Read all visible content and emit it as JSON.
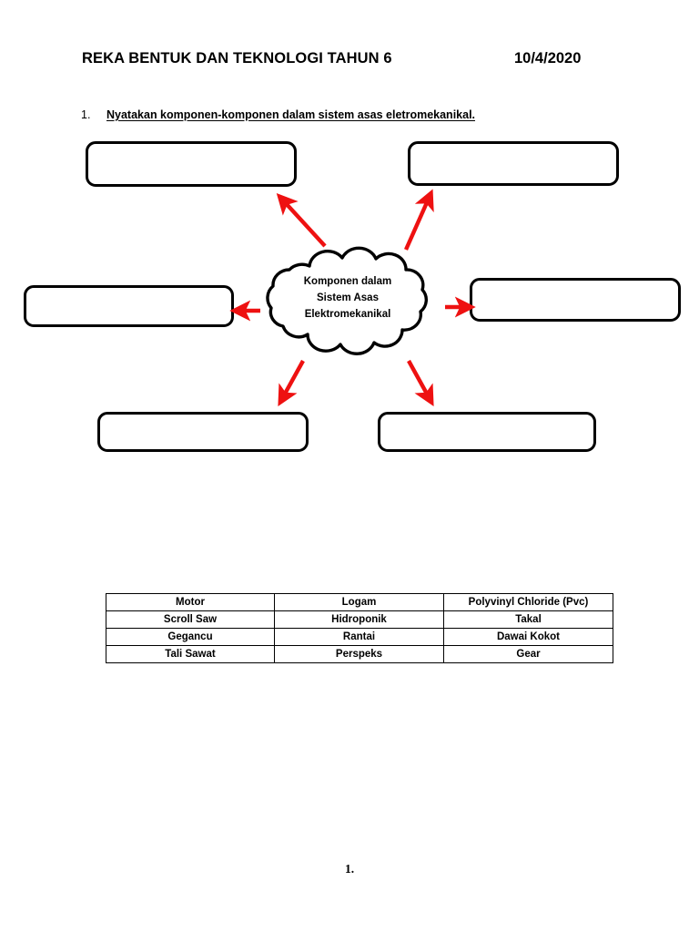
{
  "header": {
    "title": "REKA BENTUK DAN TEKNOLOGI TAHUN 6",
    "date": "10/4/2020"
  },
  "question": {
    "number": "1.",
    "text": "Nyatakan komponen-komponen dalam sistem asas eletromekanikal."
  },
  "diagram": {
    "center": {
      "line1": "Komponen dalam",
      "line2": "Sistem Asas",
      "line3": "Elektromekanikal"
    },
    "arrow_color": "#ee1111",
    "outline_color": "#000000",
    "answer_boxes": [
      {
        "id": "top-left",
        "value": ""
      },
      {
        "id": "top-right",
        "value": ""
      },
      {
        "id": "mid-left",
        "value": ""
      },
      {
        "id": "mid-right",
        "value": ""
      },
      {
        "id": "bottom-left",
        "value": ""
      },
      {
        "id": "bottom-right",
        "value": ""
      }
    ]
  },
  "word_bank": {
    "rows": [
      [
        "Motor",
        "Logam",
        "Polyvinyl Chloride (Pvc)"
      ],
      [
        "Scroll Saw",
        "Hidroponik",
        "Takal"
      ],
      [
        "Gegancu",
        "Rantai",
        "Dawai Kokot"
      ],
      [
        "Tali Sawat",
        "Perspeks",
        "Gear"
      ]
    ]
  },
  "footer": {
    "page_label": "1."
  }
}
